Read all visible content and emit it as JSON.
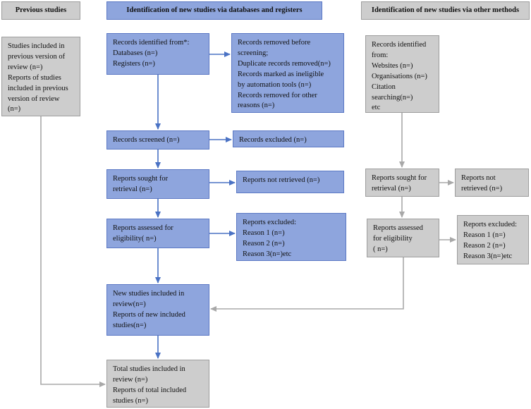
{
  "headers": {
    "previous": "Previous studies",
    "databases": "Identification of new studies via databases and registers",
    "other": "Identification of new studies via other methods"
  },
  "boxes": {
    "previous_studies": "Studies included in\nprevious version of\nreview (n=)\nReports of studies\nincluded in previous\nversion of review\n(n=)",
    "records_identified": "Records identified from*:\nDatabases (n=)\nRegisters (n=)",
    "records_removed": "Records removed before\nscreening;\nDuplicate records removed(n=)\nRecords marked as ineligible\nby automation tools (n=)\nRecords removed for other\nreasons (n=)",
    "records_screened": "Records screened (n=)",
    "records_excluded": "Records excluded (n=)",
    "reports_sought": "Reports sought for\nretrieval (n=)",
    "reports_not_retrieved": "Reports not retrieved (n=)",
    "reports_assessed": "Reports assessed for\neligibility( n=)",
    "reports_excluded": "Reports excluded:\nReason 1 (n=)\nReason 2 (n=)\nReason 3(n=)etc",
    "new_studies": "New studies included in\nreview(n=)\nReports of new included\nstudies(n=)",
    "total_studies": "Total studies included in\nreview (n=)\nReports of total included\nstudies (n=)",
    "other_identified": "Records identified\nfrom:\nWebsites (n=)\nOrganisations (n=)\nCitation\nsearching(n=)\netc",
    "other_sought": "Reports sought for\nretrieval (n=)",
    "other_not_retrieved": "Reports not\nretrieved (n=)",
    "other_assessed": "Reports assessed\nfor eligibility\n( n=)",
    "other_excluded": "Reports excluded:\nReason 1 (n=)\nReason 2 (n=)\nReason 3(n=)etc"
  },
  "colors": {
    "blue_fill": "#8ea5dd",
    "blue_border": "#5b78c4",
    "gray_fill": "#cdcdcd",
    "gray_border": "#9d9d9d",
    "blue_arrow": "#4a72c4",
    "gray_arrow": "#a8a8a8"
  }
}
